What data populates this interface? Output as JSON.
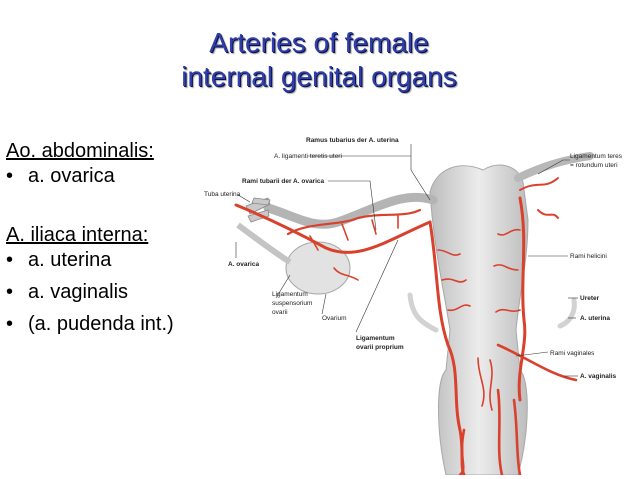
{
  "title": {
    "line1": "Arteries of female",
    "line2": "internal genital organs"
  },
  "left": {
    "group1_heading": "Ao. abdominalis:",
    "group1_items": [
      "a. ovarica"
    ],
    "group2_heading": "A. iliaca interna:",
    "group2_items": [
      "a. uterina",
      "a. vaginalis",
      "(a. pudenda int.)"
    ]
  },
  "figure": {
    "labels": {
      "ramus_tubarius": "Ramus tubarius der A. uterina",
      "lig_teretis": "A. ligamenti teretis uteri",
      "rami_tubarii": "Rami tubarii der A. ovarica",
      "tuba_uterina": "Tuba uterina",
      "a_ovarica": "A. ovarica",
      "lig_susp_1": "Ligamentum",
      "lig_susp_2": "suspensorium",
      "lig_susp_3": "ovarii",
      "ovarium": "Ovarium",
      "lig_prop_1": "Ligamentum",
      "lig_prop_2": "ovarii proprium",
      "lig_teres_1": "Ligamentum teres",
      "lig_teres_2": "= rotundum uteri",
      "rami_helicini": "Rami helicini",
      "ureter": "Ureter",
      "a_uterina": "A. uterina",
      "rami_vaginales": "Rami vaginales",
      "a_vaginalis": "A. vaginalis"
    },
    "colors": {
      "artery": "#d9412c",
      "tissue": "#d8d8d8",
      "tissue_edge": "#a8a8a8",
      "title": "#2f3ea8"
    }
  }
}
